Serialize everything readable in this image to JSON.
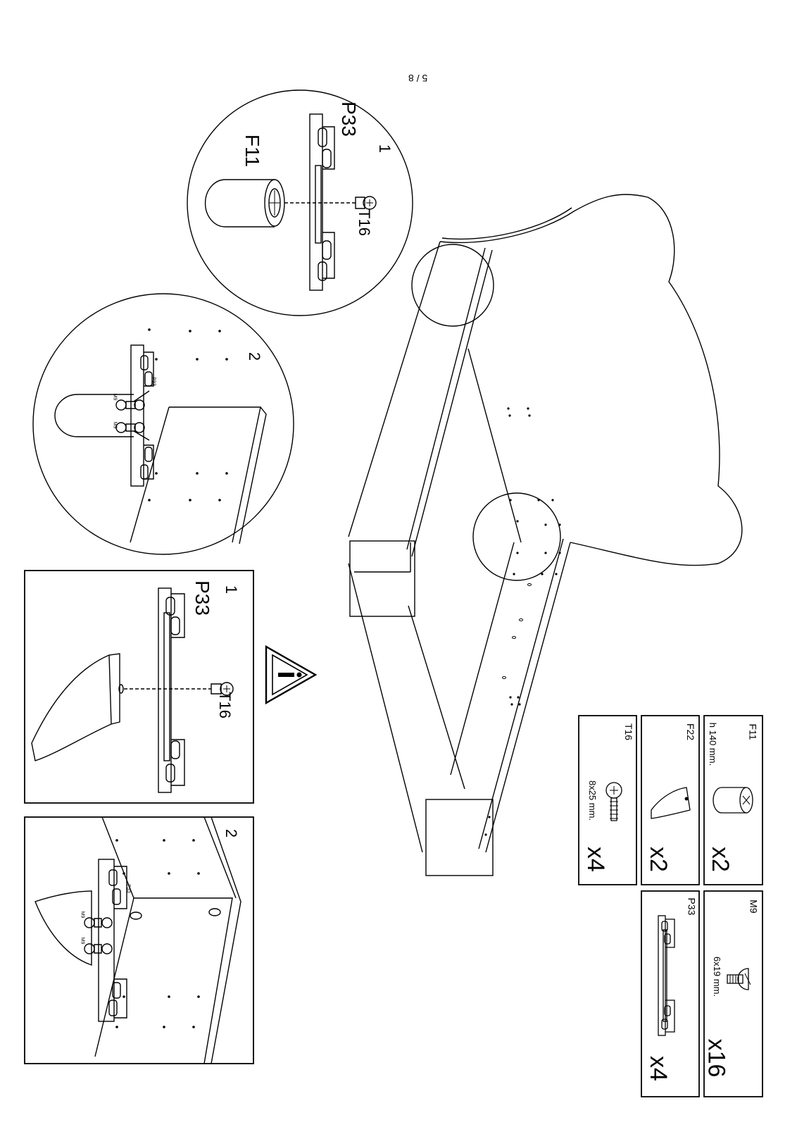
{
  "page_number": "5 / 8",
  "detail_top": {
    "step": "1",
    "bracket": "P33",
    "leg": "F11",
    "screw": "T16"
  },
  "detail_big_circle": {
    "step": "2",
    "screw_small": "M9",
    "bracket_small": "P33"
  },
  "detail_box_top": {
    "step": "1",
    "bracket": "P33",
    "screw": "T16"
  },
  "detail_box_bottom": {
    "step": "2",
    "screw_small": "M9",
    "bracket_small": "P33"
  },
  "warning_icon": "warning-triangle-icon",
  "parts": [
    {
      "code": "F11",
      "spec": "h 140 mm.",
      "qty": "x2"
    },
    {
      "code": "F22",
      "spec": "",
      "qty": "x2"
    },
    {
      "code": "T16",
      "spec": "8x25 mm.",
      "qty": "x4"
    },
    {
      "code": "M9",
      "spec": "6x19 mm.",
      "qty": "x16"
    },
    {
      "code": "P33",
      "spec": "",
      "qty": "x4"
    }
  ]
}
